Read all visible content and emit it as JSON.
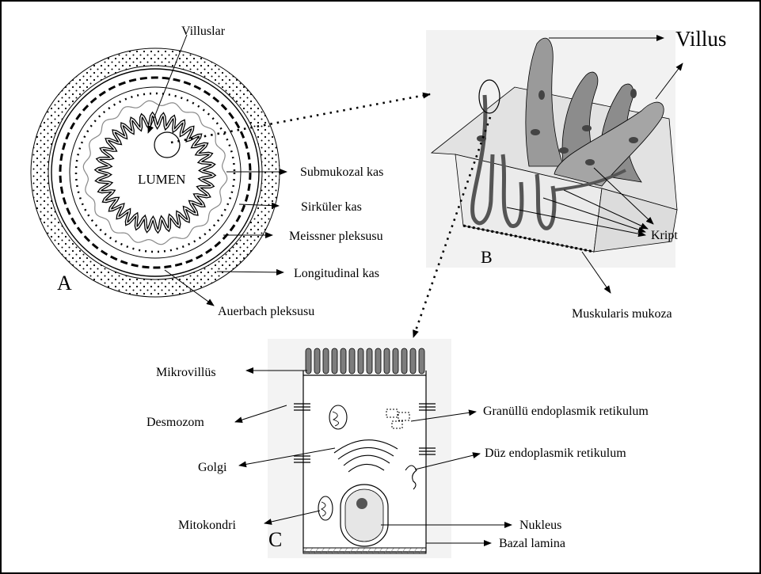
{
  "panels": {
    "a": {
      "letter": "A",
      "lumen": "LUMEN"
    },
    "b": {
      "letter": "B"
    },
    "c": {
      "letter": "C"
    }
  },
  "labels": {
    "villuslar": "Villuslar",
    "submukozal": "Submukozal kas",
    "sirkuler": "Sirküler kas",
    "meissner": "Meissner pleksusu",
    "longitudinal": "Longitudinal kas",
    "auerbach": "Auerbach pleksusu",
    "villus": "Villus",
    "kript": "Kript",
    "muskularis": "Muskularis mukoza",
    "mikrovillus": "Mikrovillüs",
    "desmozom": "Desmozom",
    "golgi": "Golgi",
    "mitokondri": "Mitokondri",
    "granullu": "Granüllü endoplasmik retikulum",
    "duz": "Düz endoplasmik retikulum",
    "nukleus": "Nukleus",
    "bazal": "Bazal lamina"
  },
  "colors": {
    "ink": "#000000",
    "shade": "#8a8a8a",
    "paper": "#ffffff"
  }
}
